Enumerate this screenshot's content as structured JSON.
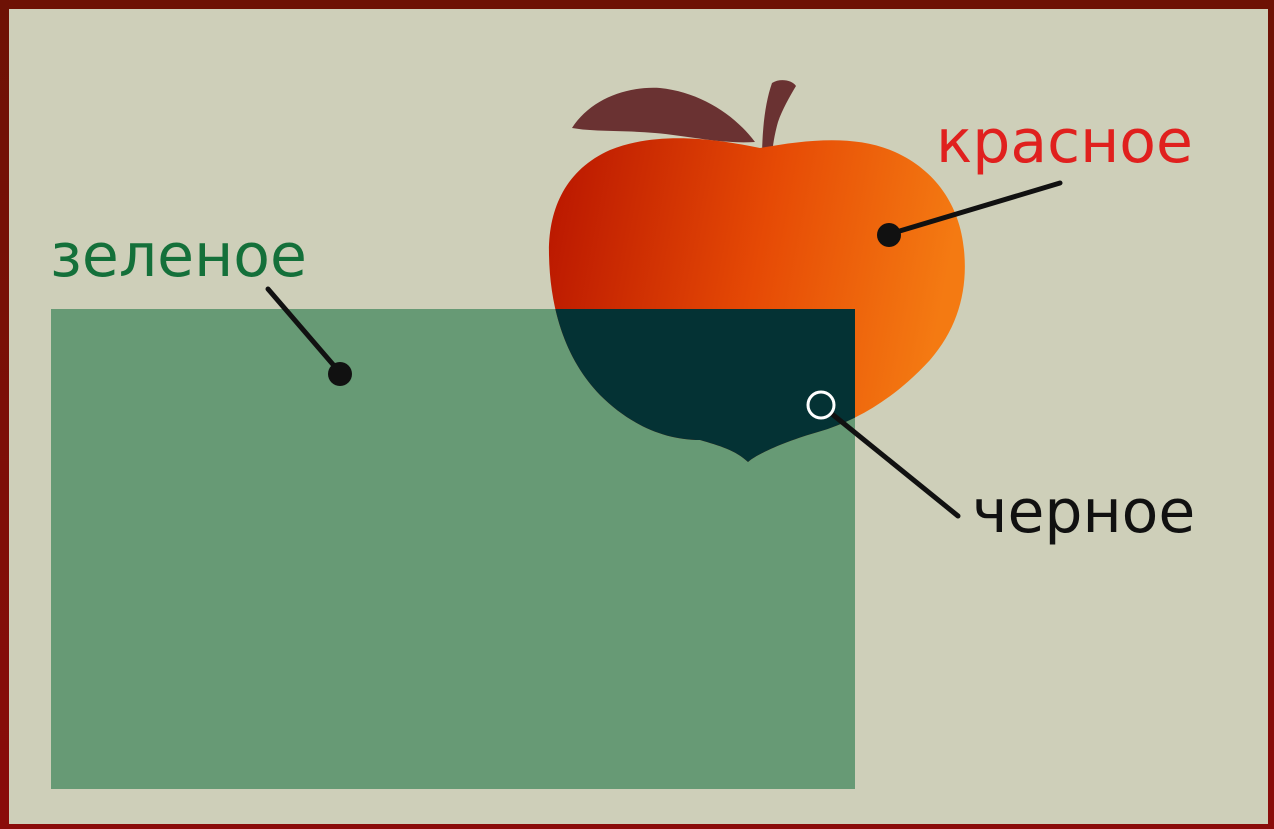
{
  "labels": {
    "green": "зеленое",
    "red": "красное",
    "black": "черное"
  },
  "colors": {
    "background": "#cecfb9",
    "frame": "#7a0a0a",
    "green_rect": "#679a75",
    "green_text": "#14703a",
    "red_text": "#e0201e",
    "black_overlap": "#043234",
    "apple_dark": "#c01800",
    "apple_light": "#f36a10",
    "leaf": "#6a3232",
    "pointer": "#111111"
  },
  "icons": {
    "apple": "apple-icon"
  }
}
